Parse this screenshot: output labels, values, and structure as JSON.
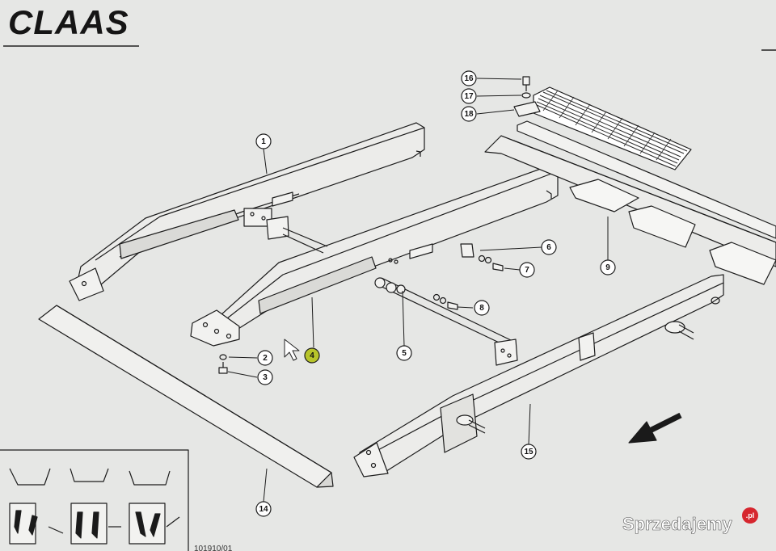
{
  "brand": {
    "logo_text": "CLAAS"
  },
  "callouts": [
    {
      "number": "1"
    },
    {
      "number": "2"
    },
    {
      "number": "3"
    },
    {
      "number": "4",
      "highlighted": true
    },
    {
      "number": "5"
    },
    {
      "number": "6"
    },
    {
      "number": "7"
    },
    {
      "number": "8"
    },
    {
      "number": "9"
    },
    {
      "number": "14"
    },
    {
      "number": "15"
    },
    {
      "number": "16"
    },
    {
      "number": "17"
    },
    {
      "number": "18"
    }
  ],
  "document": {
    "drawing_number": "101910/01"
  },
  "watermark": {
    "text": "Sprzedajemy",
    "badge": ".pl"
  },
  "colors": {
    "background": "#e6e7e5",
    "line": "#1c1c1c",
    "highlight": "#b7c42a",
    "watermark_badge": "#d6262e"
  }
}
